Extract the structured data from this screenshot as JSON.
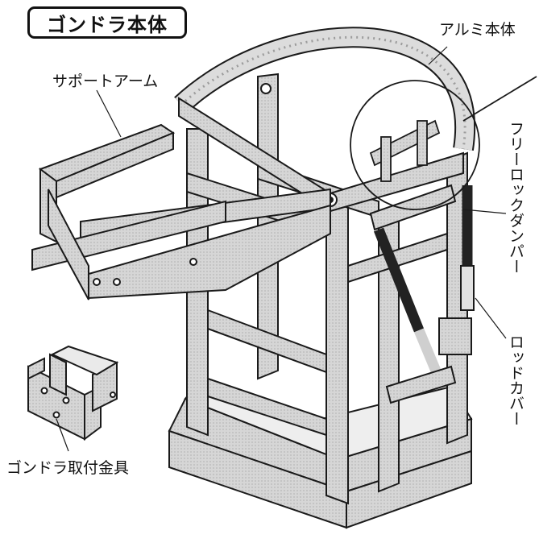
{
  "title": "ゴンドラ本体",
  "labels": {
    "aluminum_body": "アルミ本体",
    "support_arm": "サポートアーム",
    "free_lock_damper": "フリーロックダンパー",
    "rod_cover": "ロッドカバー",
    "mount_bracket": "ゴンドラ取付金具"
  },
  "colors": {
    "line": "#1a1a1a",
    "fill": "#d8d8d8",
    "dark": "#222222",
    "bg": "#ffffff"
  }
}
